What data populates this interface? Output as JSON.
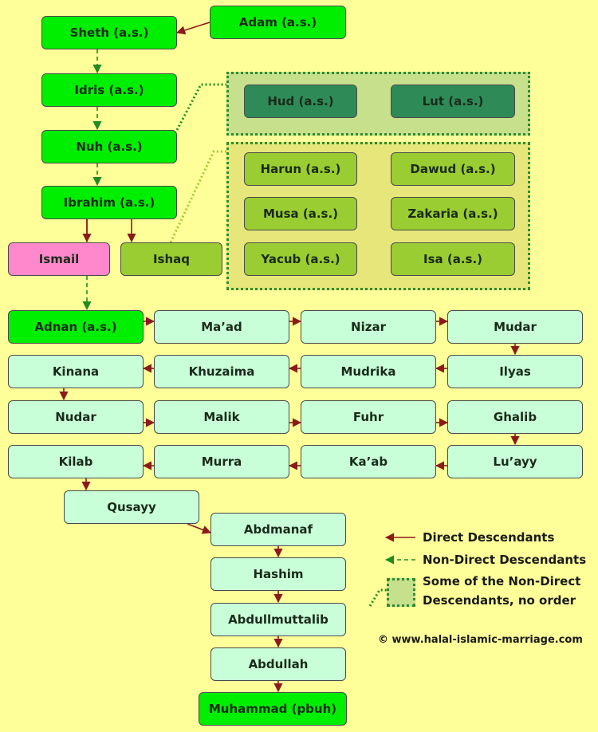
{
  "colors": {
    "background": "#FFFF99",
    "prophet": "#00EE00",
    "group_dark": "#2E8B57",
    "group_olive": "#9ACD32",
    "ismail": "#FF88CC",
    "lineage": "#C8FFD8",
    "direct_arrow": "#8B1A1A",
    "nondirect_arrow": "#228B22"
  },
  "nodes": {
    "adam": "Adam (a.s.)",
    "sheth": "Sheth (a.s.)",
    "idris": "Idris (a.s.)",
    "nuh": "Nuh (a.s.)",
    "ibrahim": "Ibrahim (a.s.)",
    "ismail": "Ismail",
    "ishaq": "Ishaq",
    "hud": "Hud (a.s.)",
    "lut": "Lut (a.s.)",
    "harun": "Harun (a.s.)",
    "dawud": "Dawud (a.s.)",
    "musa": "Musa (a.s.)",
    "zakaria": "Zakaria (a.s.)",
    "yacub": "Yacub (a.s.)",
    "isa": "Isa (a.s.)",
    "adnan": "Adnan (a.s.)",
    "maad": "Ma’ad",
    "nizar": "Nizar",
    "mudar": "Mudar",
    "kinana": "Kinana",
    "khuzaima": "Khuzaima",
    "mudrika": "Mudrika",
    "ilyas": "Ilyas",
    "nudar": "Nudar",
    "malik": "Malik",
    "fuhr": "Fuhr",
    "ghalib": "Ghalib",
    "kilab": "Kilab",
    "murra": "Murra",
    "kaab": "Ka’ab",
    "luayy": "Lu’ayy",
    "qusayy": "Qusayy",
    "abdmanaf": "Abdmanaf",
    "hashim": "Hashim",
    "abdullmuttalib": "Abdullmuttalib",
    "abdullah": "Abdullah",
    "muhammad": "Muhammad (pbuh)"
  },
  "legend": {
    "direct": "Direct Descendants",
    "nondirect": "Non-Direct Descendants",
    "group_line1": "Some of the Non-Direct",
    "group_line2": "Descendants, no order"
  },
  "copyright": "© www.halal-islamic-marriage.com"
}
